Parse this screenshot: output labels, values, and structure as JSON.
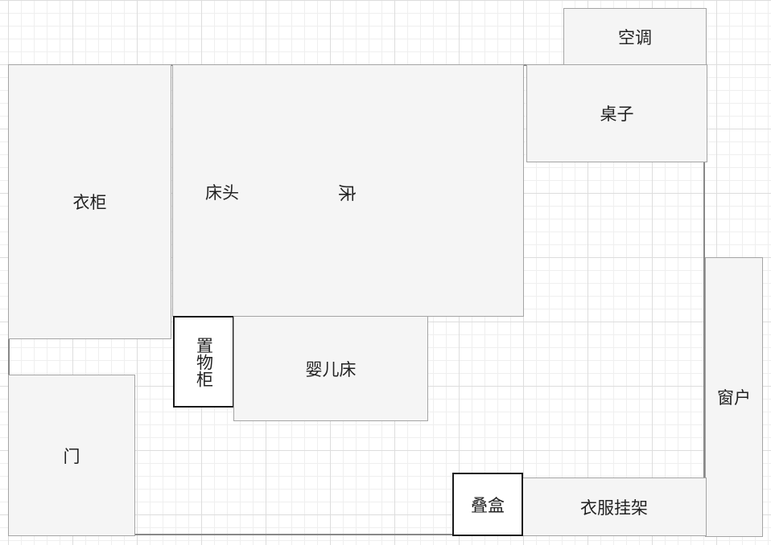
{
  "plan": {
    "aircon": "空调",
    "desk": "桌子",
    "wardrobe": "衣柜",
    "bed": "床",
    "headboard": "床头",
    "storage_cabinet": "置物柜",
    "crib": "婴儿床",
    "door": "门",
    "window": "窗户",
    "stack_box": "叠盒",
    "clothes_rack": "衣服挂架"
  }
}
